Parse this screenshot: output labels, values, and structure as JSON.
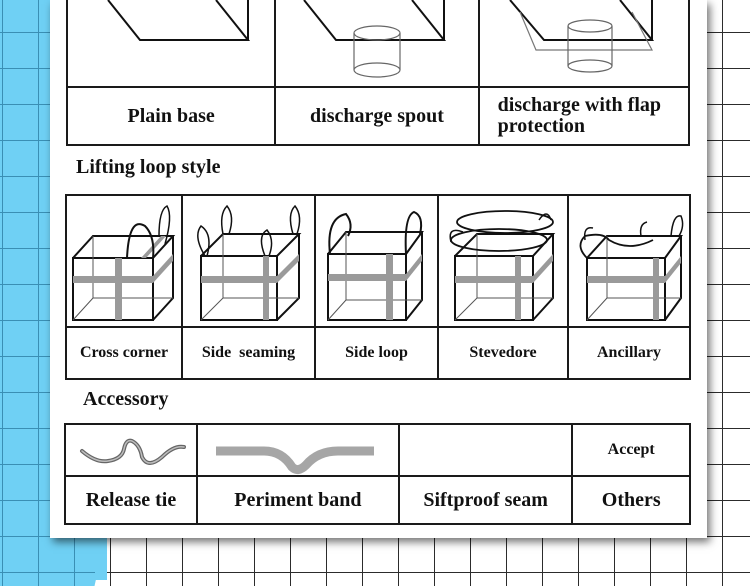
{
  "base_styles": {
    "labels": [
      "Plain  base",
      "discharge spout",
      "discharge with flap\nprotection"
    ]
  },
  "lifting_loop": {
    "title": "Lifting  loop style",
    "labels": [
      "Cross corner",
      "Side  seaming",
      "Side loop",
      "Stevedore",
      "Ancillary"
    ]
  },
  "accessory": {
    "title": "Accessory",
    "labels": [
      "Release tie",
      "Periment band",
      "Siftproof seam",
      "Others"
    ],
    "accept_label": "Accept"
  },
  "colors": {
    "background_blue": "#6fd0f4",
    "grid_line": "#2c2c2c",
    "sheet": "#ffffff",
    "band_gray": "#9a9a9a"
  }
}
